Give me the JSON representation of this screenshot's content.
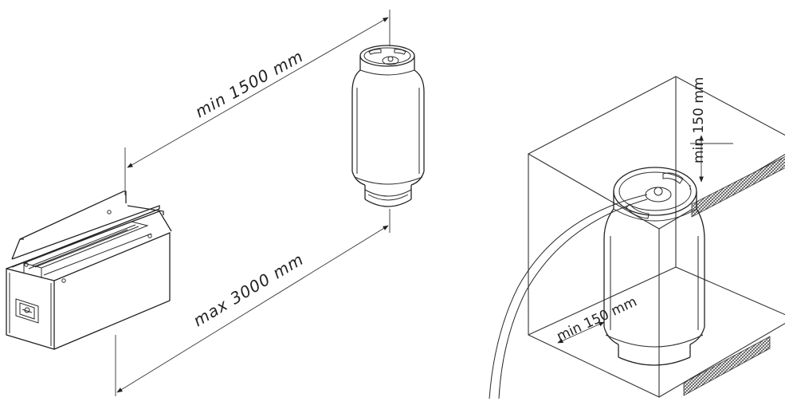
{
  "labels": {
    "min_distance": "min 1500 mm",
    "max_distance": "max 3000 mm",
    "min_top_clearance": "min 150 mm",
    "min_side_clearance": "min 150 mm"
  },
  "colors": {
    "line": "#222222",
    "background": "#ffffff",
    "hatch": "#444444"
  }
}
